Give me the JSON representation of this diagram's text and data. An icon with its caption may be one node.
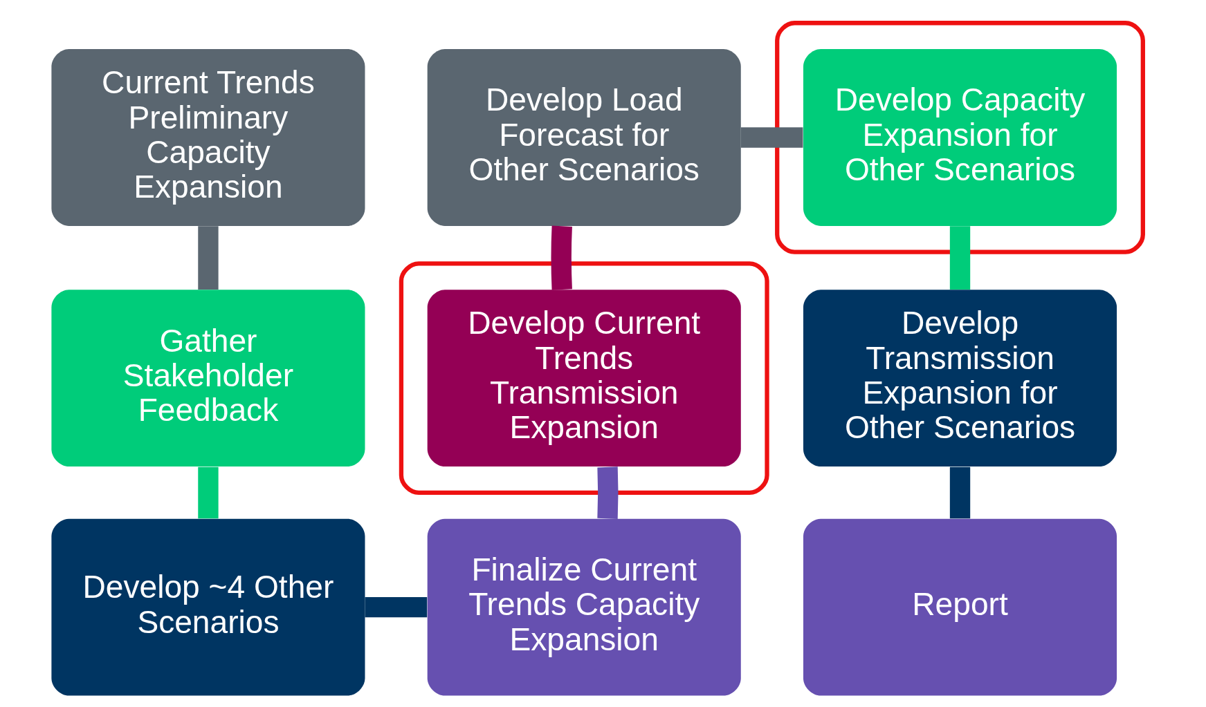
{
  "diagram": {
    "nodes": [
      {
        "text": [
          "Current Trends Preliminary Capacity Expansion"
        ]
      },
      {
        "text": [
          "Develop Load Forecast for Other Scenarios"
        ]
      },
      {
        "text": [],
        "shape": "ellipse"
      },
      {
        "text": [
          "Develop Capacity Expansion for Other Scenarios"
        ],
        "in": 2
      },
      {
        "text": [
          "Gather Stakeholder Feedback"
        ]
      },
      {
        "text": [],
        "shape": "ellipse"
      },
      {
        "text": [
          "Develop Current Trends Transmission Expansion"
        ],
        "in": 5
      },
      {
        "text": [
          "Develop Transmission Expansion for Other Scenarios"
        ]
      },
      {
        "text": [
          "Develop ~4 Other Scenarios"
        ]
      },
      {
        "text": [
          "Finalize Current Trends Capacity Expansion"
        ]
      },
      {
        "text": [
          "Report"
        ]
      }
    ],
    "edges": [
      {
        "from": 0,
        "to": 4,
        "arrow": "none",
        "color": "#5a6670"
      },
      {
        "from": 4,
        "to": 8,
        "arrow": "none",
        "color": "#00cc7a"
      },
      {
        "from": 8,
        "to": 9,
        "arrow": "none",
        "color": "#003562"
      },
      {
        "from": 9,
        "to": 6,
        "arrow": "none",
        "color": "#6650b0"
      },
      {
        "from": 6,
        "to": 1,
        "arrow": "none",
        "color": "#940055"
      },
      {
        "from": 1,
        "to": 3,
        "arrow": "none",
        "color": "#5a6670"
      },
      {
        "from": 3,
        "to": 7,
        "arrow": "none",
        "color": "#00cc7a"
      },
      {
        "from": 7,
        "to": 10,
        "arrow": "none",
        "color": "#003562"
      }
    ]
  }
}
